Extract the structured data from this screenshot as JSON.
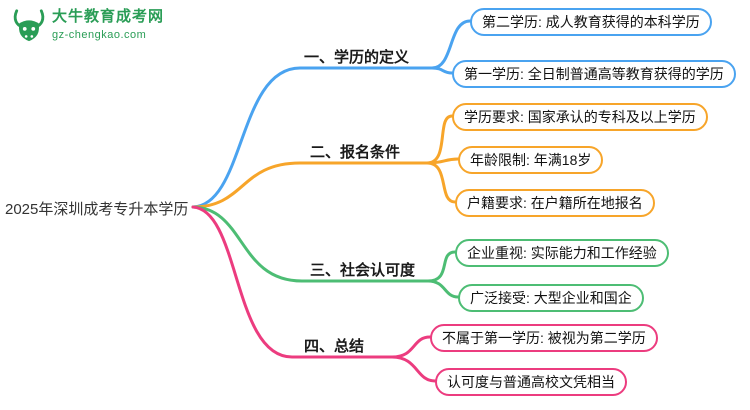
{
  "logo": {
    "site_name": "大牛教育成考网",
    "site_url": "gz-chengkao.com",
    "brand_color": "#2a9d56"
  },
  "root": {
    "label": "2025年深圳成考专升本学历"
  },
  "branches": [
    {
      "label": "一、学历的定义",
      "color": "#4aa3f0",
      "children": [
        {
          "label": "第二学历: 成人教育获得的本科学历"
        },
        {
          "label": "第一学历: 全日制普通高等教育获得的学历"
        }
      ]
    },
    {
      "label": "二、报名条件",
      "color": "#f7a52a",
      "children": [
        {
          "label": "学历要求: 国家承认的专科及以上学历"
        },
        {
          "label": "年龄限制: 年满18岁"
        },
        {
          "label": "户籍要求: 在户籍所在地报名"
        }
      ]
    },
    {
      "label": "三、社会认可度",
      "color": "#4dbd74",
      "children": [
        {
          "label": "企业重视: 实际能力和工作经验"
        },
        {
          "label": "广泛接受: 大型企业和国企"
        }
      ]
    },
    {
      "label": "四、总结",
      "color": "#ec3c7f",
      "children": [
        {
          "label": "不属于第一学历: 被视为第二学历"
        },
        {
          "label": "认可度与普通高校文凭相当"
        }
      ]
    }
  ]
}
